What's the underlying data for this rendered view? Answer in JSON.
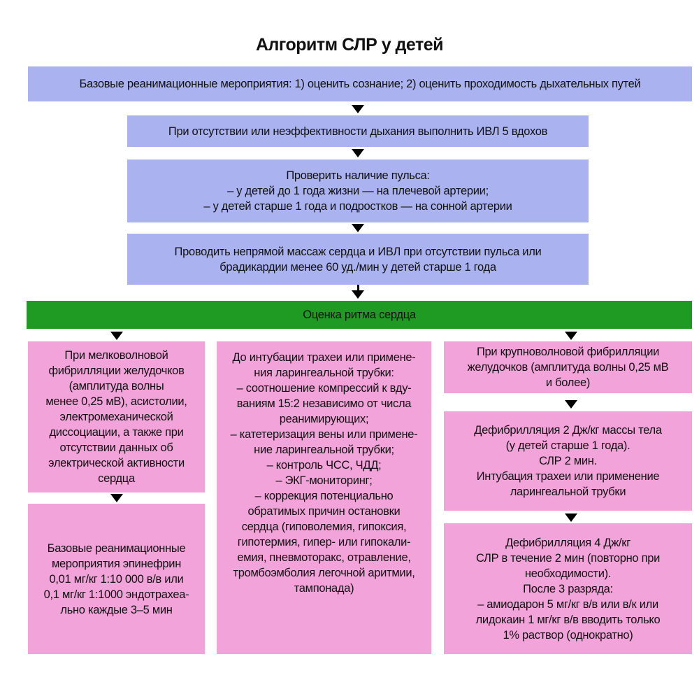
{
  "title": "Алгоритм СЛР у детей",
  "colors": {
    "blue": "#aab3ef",
    "pink": "#f2a3da",
    "green": "#1f9a22"
  },
  "steps": {
    "basic": "Базовые реанимационные мероприятия: 1) оценить сознание; 2) оценить проходимость дыхательных путей",
    "ventilation": "При отсутствии или неэффективности дыхания выполнить ИВЛ 5 вдохов",
    "pulse": "Проверить наличие пульса:\n–  у детей до 1 года жизни — на плечевой артерии;\n– у детей старше 1 года и подростков — на сонной артерии",
    "massage": "Проводить непрямой массаж сердца и ИВЛ при отсутствии пульса или\nбрадикардии менее 60 уд./мин у детей старше 1 года",
    "rhythm": "Оценка ритма сердца"
  },
  "left": {
    "condition": "При мелковолновой\nфибрилляции желудочков\n(амплитуда волны\nменее 0,25 мВ), асистолии,\nэлектромеханической\nдиссоциации, а также при\nотсутствии данных об\nэлектрической активности\nсердца",
    "action": "Базовые реанимационные\nмероприятия эпинефрин\n0,01 мг/кг 1:10 000 в/в или\n0,1 мг/кг 1:1000 эндотрахеа-\nльно каждые 3–5 мин"
  },
  "middle": {
    "text": "До интубации трахеи или примене-\nния ларингеальной трубки:\n– соотношение компрессий к вду-\nваниям 15:2 независимо от числа\nреанимирующих;\n– катетеризация вены или примене-\nние ларингеальной трубки;\n– контроль ЧСС, ЧДД;\n– ЭКГ-мониторинг;\n– коррекция потенциально\nобратимых причин остановки\nсердца (гиповолемия, гипоксия,\nгипотермия, гипер- или гипокали-\nемия, пневмоторакс, отравление,\nтромбоэмболия легочной аритмии,\nтампонада)"
  },
  "right": {
    "condition": "При крупноволновой фибрилляции\nжелудочков (амплитуда волны 0,25 мВ\nи более)",
    "defib1": "Дефибрилляция 2 Дж/кг массы тела\n(у детей старше 1 года).\nСЛР 2 мин.\nИнтубация трахеи или применение\nларингеальной трубки",
    "defib2": "Дефибрилляция 4 Дж/кг\nСЛР в течение 2 мин (повторно при\nнеобходимости).\nПосле 3 разряда:\n– амиодарон 5 мг/кг в/в или в/к или\nлидокаин 1 мг/кг в/в вводить только\n1% раствор (однократно)"
  }
}
